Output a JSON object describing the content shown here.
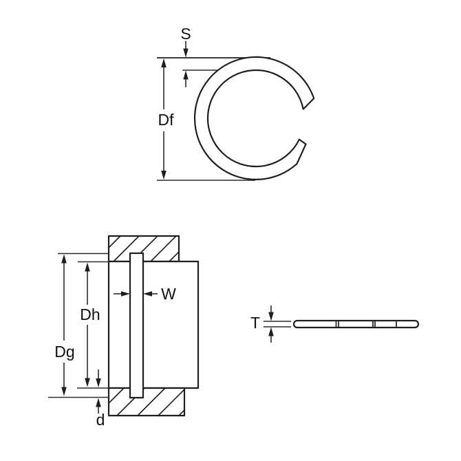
{
  "diagram": {
    "description": "Technical drawing of an external snap / retaining ring",
    "background_color": "#ffffff",
    "line_color": "#1e1e1e",
    "views": {
      "front": {
        "labels": {
          "radial_thickness": "S",
          "free_diameter": "Df"
        }
      },
      "section": {
        "labels": {
          "groove_diameter": "Dg",
          "bore_diameter": "Dh",
          "ring_width": "W",
          "groove_depth": "d"
        }
      },
      "edge": {
        "labels": {
          "ring_thickness": "T"
        }
      }
    }
  }
}
